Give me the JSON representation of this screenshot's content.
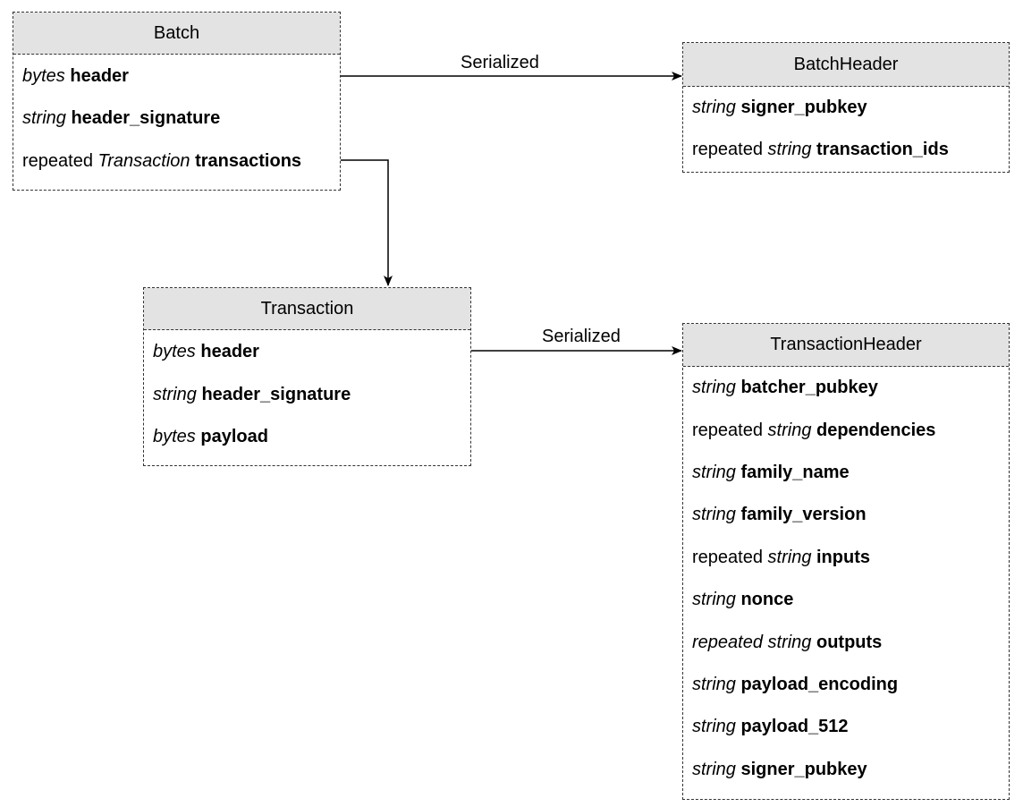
{
  "boxes": {
    "batch": {
      "title": "Batch",
      "fields": [
        {
          "prefix": "",
          "type": "bytes",
          "name": "header"
        },
        {
          "prefix": "",
          "type": "string",
          "name": "header_signature"
        },
        {
          "prefix": "repeated",
          "type": "Transaction",
          "name": "transactions"
        }
      ]
    },
    "batch_header": {
      "title": "BatchHeader",
      "fields": [
        {
          "prefix": "",
          "type": "string",
          "name": "signer_pubkey"
        },
        {
          "prefix": "repeated",
          "type": "string",
          "name": "transaction_ids"
        }
      ]
    },
    "transaction": {
      "title": "Transaction",
      "fields": [
        {
          "prefix": "",
          "type": "bytes",
          "name": "header"
        },
        {
          "prefix": "",
          "type": "string",
          "name": "header_signature"
        },
        {
          "prefix": "",
          "type": "bytes",
          "name": "payload"
        }
      ]
    },
    "transaction_header": {
      "title": "TransactionHeader",
      "fields": [
        {
          "prefix": "",
          "type": "string",
          "name": "batcher_pubkey"
        },
        {
          "prefix": "repeated",
          "type": "string",
          "name": "dependencies"
        },
        {
          "prefix": "",
          "type": "string",
          "name": "family_name"
        },
        {
          "prefix": "",
          "type": "string",
          "name": "family_version"
        },
        {
          "prefix": "repeated",
          "type": "string",
          "name": "inputs"
        },
        {
          "prefix": "",
          "type": "string",
          "name": "nonce"
        },
        {
          "prefix": "",
          "type": "repeated string",
          "name": "outputs"
        },
        {
          "prefix": "",
          "type": "string",
          "name": "payload_encoding"
        },
        {
          "prefix": "",
          "type": "string",
          "name": "payload_512"
        },
        {
          "prefix": "",
          "type": "string",
          "name": "signer_pubkey"
        }
      ]
    }
  },
  "edges": {
    "batch_to_header": {
      "label": "Serialized"
    },
    "transaction_to_header": {
      "label": "Serialized"
    }
  }
}
